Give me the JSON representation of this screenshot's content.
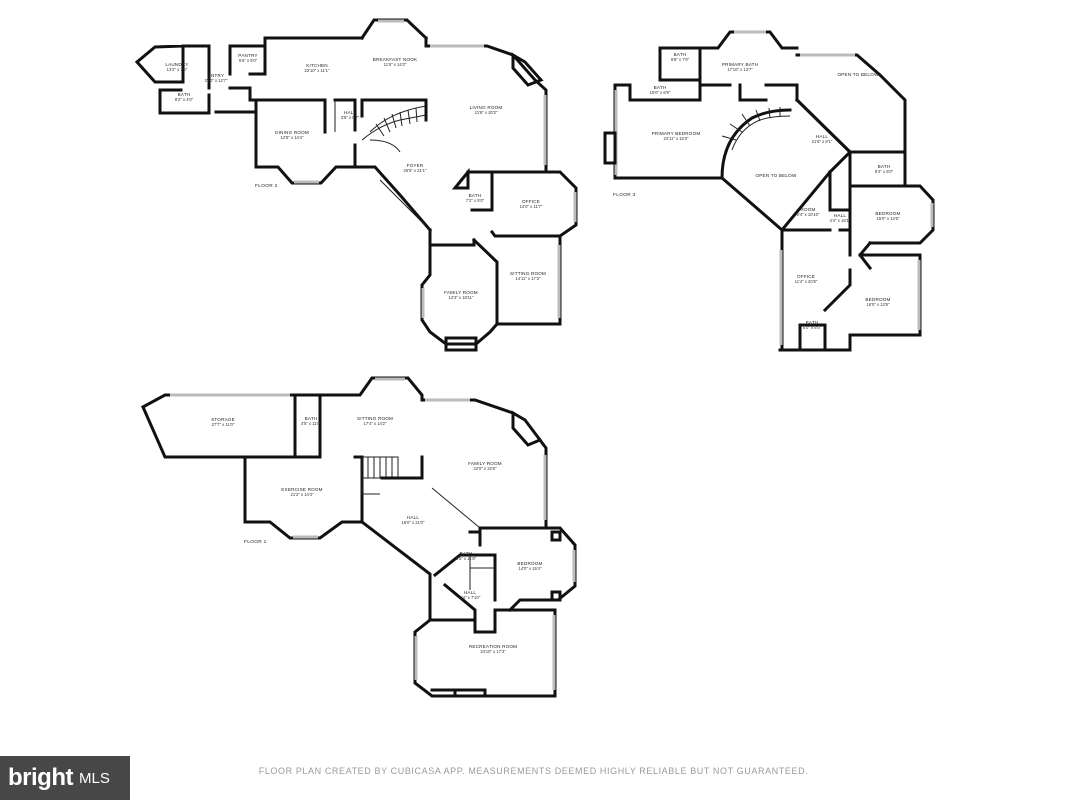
{
  "floors": [
    {
      "label": "FLOOR 2",
      "rooms": [
        {
          "name": "LAUNDRY",
          "dims": "13'2\" x 7'6\""
        },
        {
          "name": "PANTRY",
          "dims": "5'6\" x 6'0\""
        },
        {
          "name": "ENTRY",
          "dims": "3'10\" x 12'7\""
        },
        {
          "name": "BATH",
          "dims": "8'2\" x 4'0\""
        },
        {
          "name": "KITCHEN",
          "dims": "22'10\" x 11'1\""
        },
        {
          "name": "BREAKFAST NOOK",
          "dims": "11'6\" x 14'2\""
        },
        {
          "name": "LIVING ROOM",
          "dims": "21'8\" x 20'2\""
        },
        {
          "name": "HALL",
          "dims": "3'8\" x 8'7\""
        },
        {
          "name": "DINING ROOM",
          "dims": "12'8\" x 14'4\""
        },
        {
          "name": "FOYER",
          "dims": "26'5\" x 21'1\""
        },
        {
          "name": "BATH",
          "dims": "7'2\" x 5'0\""
        },
        {
          "name": "OFFICE",
          "dims": "14'0\" x 11'7\""
        },
        {
          "name": "SITTING ROOM",
          "dims": "14'11\" x 17'3\""
        },
        {
          "name": "FAMILY ROOM",
          "dims": "12'3\" x 18'11\""
        }
      ]
    },
    {
      "label": "FLOOR 3",
      "rooms": [
        {
          "name": "BATH",
          "dims": "6'8\" x 7'6\""
        },
        {
          "name": "PRIMARY BATH",
          "dims": "17'10\" x 13'7\""
        },
        {
          "name": "BATH",
          "dims": "15'0\" x 6'9\""
        },
        {
          "name": "OPEN TO BELOW",
          "dims": ""
        },
        {
          "name": "PRIMARY BEDROOM",
          "dims": "24'11\" x 15'3\""
        },
        {
          "name": "HALL",
          "dims": "21'6\" x 8'1\""
        },
        {
          "name": "OPEN TO BELOW",
          "dims": ""
        },
        {
          "name": "BATH",
          "dims": "8'4\" x 6'0\""
        },
        {
          "name": "BEDROOM",
          "dims": "15'0\" x 12'6\""
        },
        {
          "name": "ROOM",
          "dims": "9'4\" x 10'10\""
        },
        {
          "name": "HALL",
          "dims": "4'4\" x 16'1\""
        },
        {
          "name": "OFFICE",
          "dims": "11'4\" x 20'8\""
        },
        {
          "name": "BEDROOM",
          "dims": "16'0\" x 13'8\""
        },
        {
          "name": "BATH",
          "dims": "5'0\" x 8'5\""
        }
      ]
    },
    {
      "label": "FLOOR 1",
      "rooms": [
        {
          "name": "STORAGE",
          "dims": "27'7\" x 11'0\""
        },
        {
          "name": "BATH",
          "dims": "4'5\" x 11'0\""
        },
        {
          "name": "SITTING ROOM",
          "dims": "17'4\" x 14'2\""
        },
        {
          "name": "FAMILY ROOM",
          "dims": "22'0\" x 22'6\""
        },
        {
          "name": "EXERCISE ROOM",
          "dims": "21'2\" x 14'3\""
        },
        {
          "name": "HALL",
          "dims": "16'0\" x 21'0\""
        },
        {
          "name": "BATH",
          "dims": "8'5\" x 11'8\""
        },
        {
          "name": "BEDROOM",
          "dims": "14'0\" x 15'4\""
        },
        {
          "name": "HALL",
          "dims": "6'4\" x 7'10\""
        },
        {
          "name": "RECREATION ROOM",
          "dims": "24'10\" x 17'3\""
        }
      ]
    }
  ],
  "footer_text": "FLOOR PLAN CREATED BY CUBICASA APP. MEASUREMENTS DEEMED HIGHLY RELIABLE BUT NOT GUARANTEED.",
  "logo": {
    "word": "bright",
    "suffix": "MLS"
  }
}
